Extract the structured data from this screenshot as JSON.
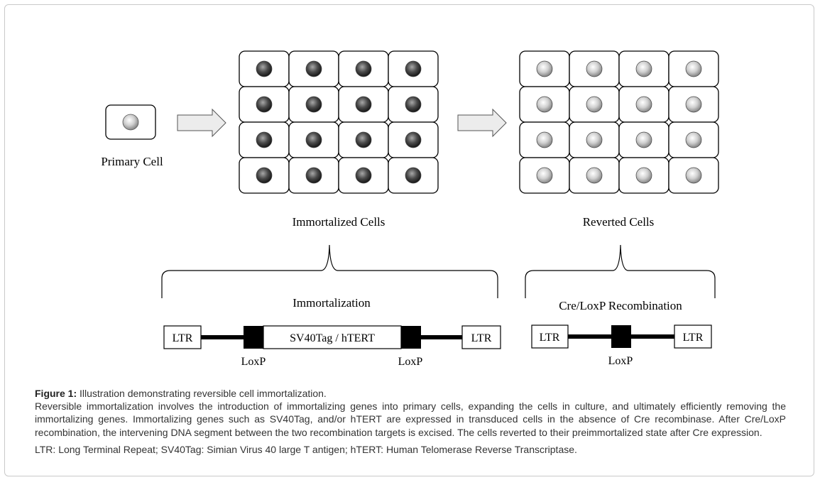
{
  "diagram": {
    "primary_label": "Primary Cell",
    "immortalized_label": "Immortalized Cells",
    "reverted_label": "Reverted Cells",
    "immortalization_label": "Immortalization",
    "recombination_label": "Cre/LoxP Recombination",
    "construct_left": {
      "ltr_left": "LTR",
      "insert": "SV40Tag / hTERT",
      "ltr_right": "LTR",
      "loxp_left": "LoxP",
      "loxp_right": "LoxP"
    },
    "construct_right": {
      "ltr_left": "LTR",
      "ltr_right": "LTR",
      "loxp": "LoxP"
    },
    "grid": {
      "rows": 4,
      "cols": 4
    },
    "colors": {
      "immortalized_nucleus": "#3a3a3a",
      "reverted_nucleus": "#bdbdbd",
      "arrow_fill": "#ececec",
      "outline": "#000000"
    }
  },
  "caption": {
    "figure_label": "Figure 1:",
    "title": " Illustration demonstrating reversible cell immortalization.",
    "body": "Reversible immortalization involves the introduction of immortalizing genes into primary cells, expanding the cells in culture, and ultimately efficiently removing the immortalizing genes. Immortalizing genes such as SV40Tag, and/or hTERT are expressed in transduced cells in the absence of Cre recombinase. After Cre/LoxP recombination, the intervening DNA segment between the two recombination targets is excised. The cells reverted to their preimmortalized state after Cre expression.",
    "abbreviations": "LTR: Long Terminal Repeat; SV40Tag: Simian Virus 40 large T antigen; hTERT: Human Telomerase Reverse Transcriptase."
  }
}
